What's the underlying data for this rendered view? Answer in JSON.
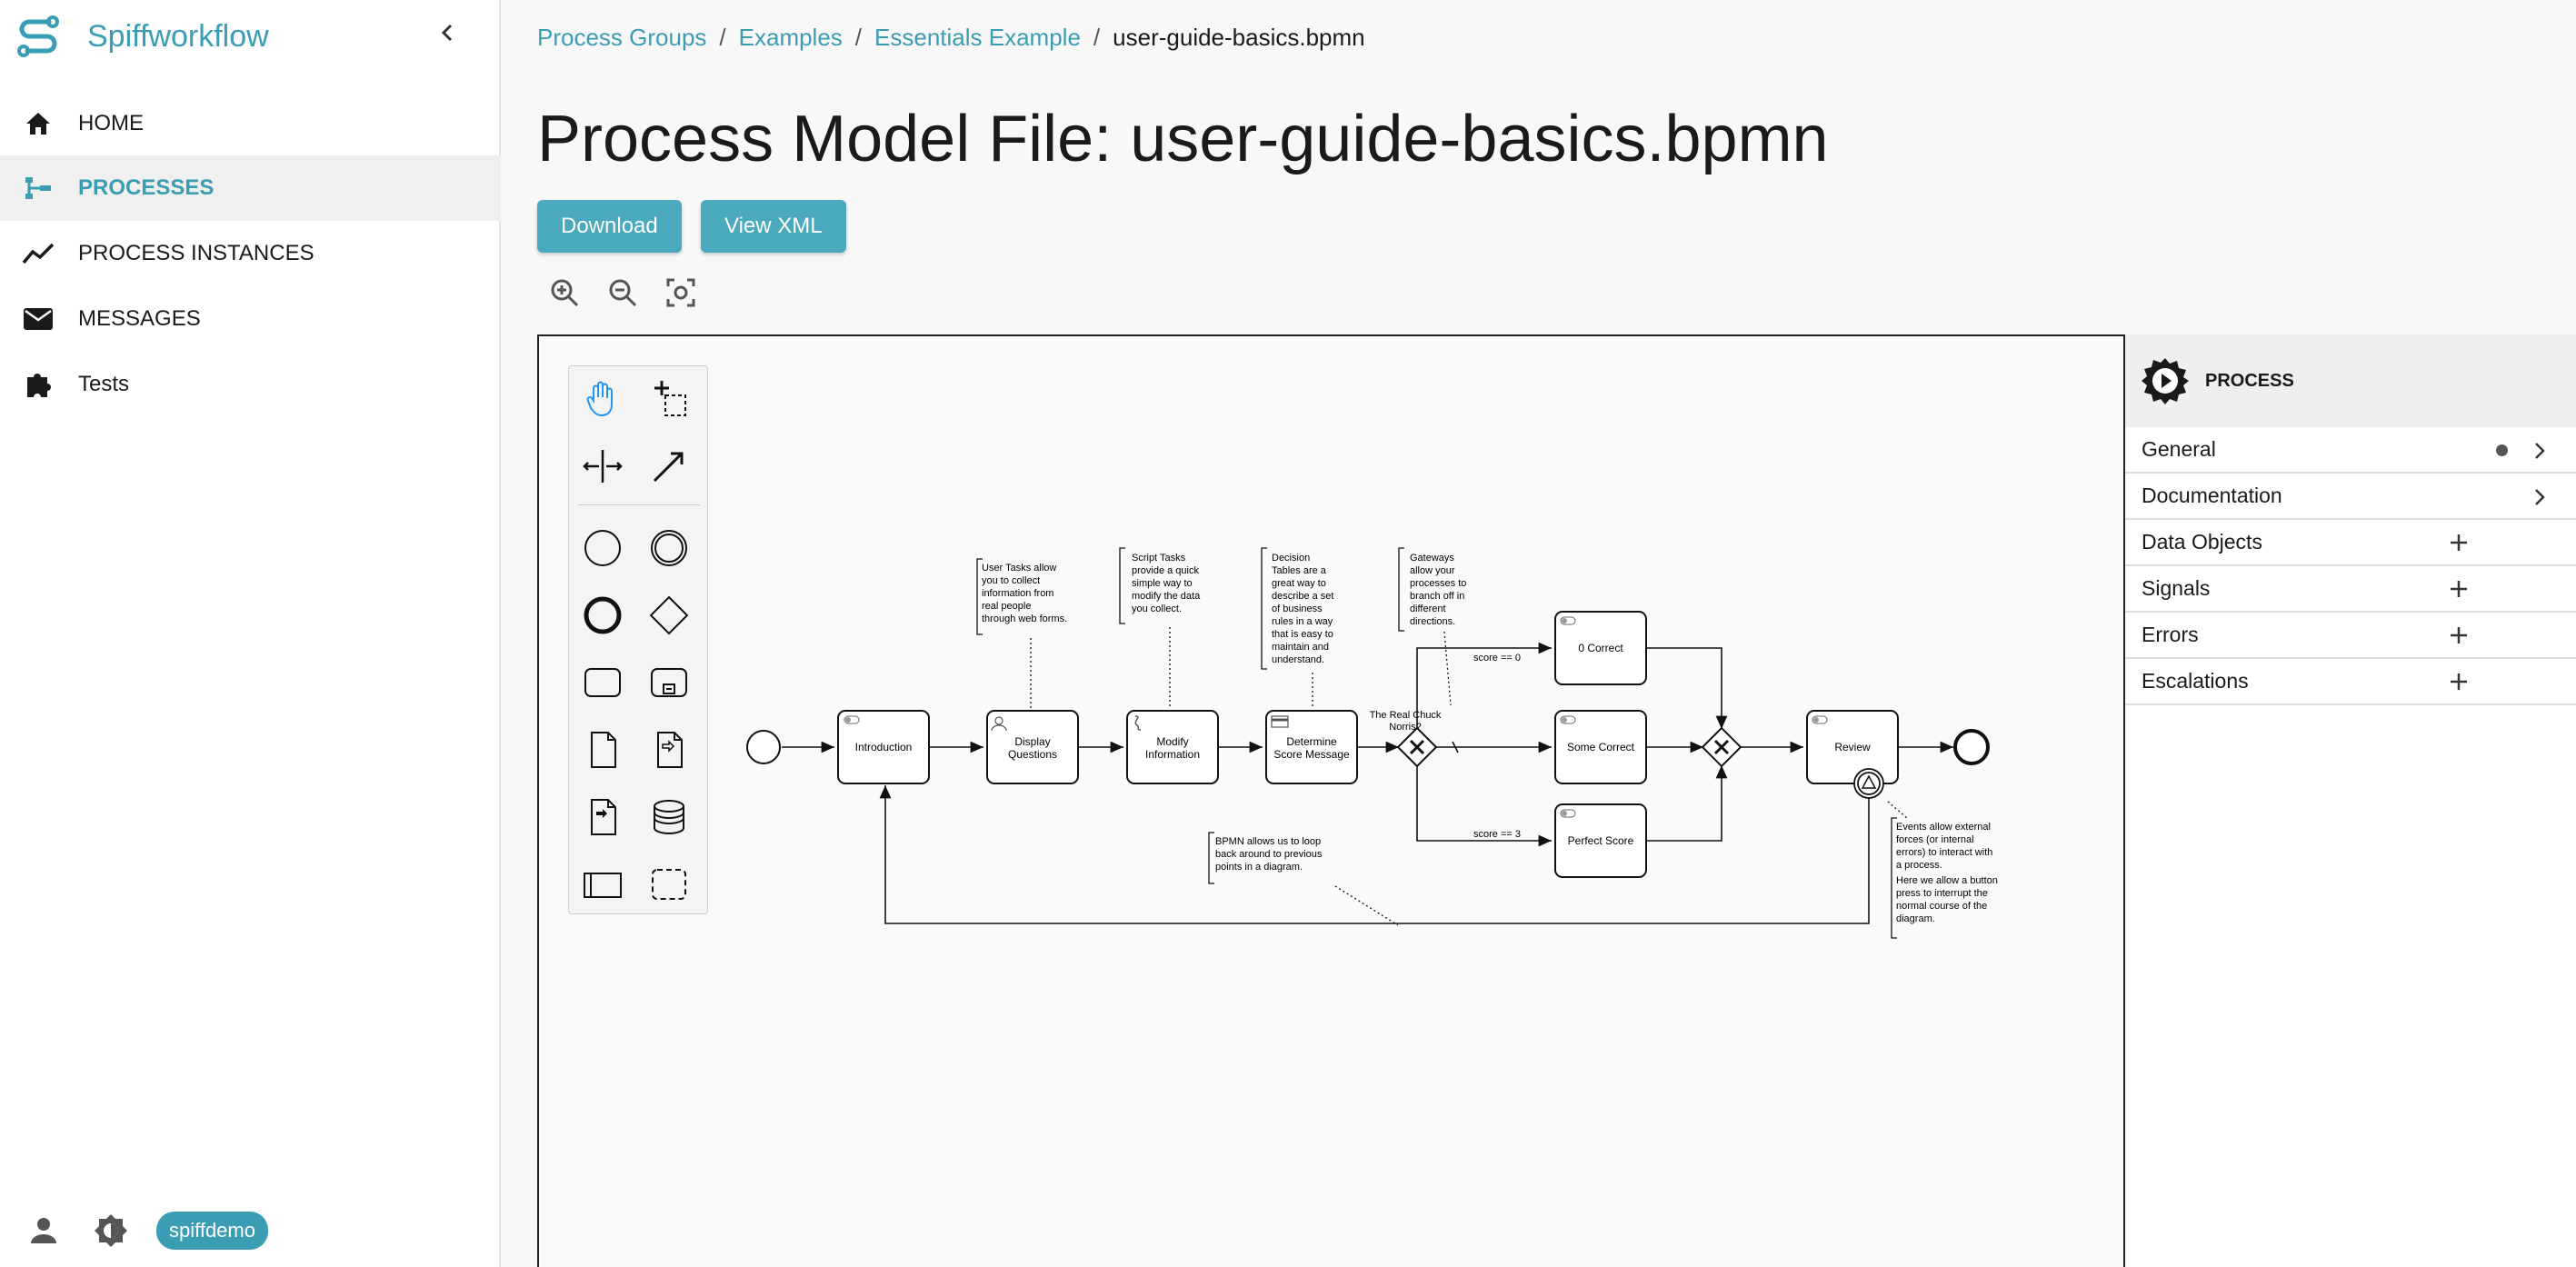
{
  "app": {
    "name": "Spiffworkflow"
  },
  "nav": {
    "items": [
      {
        "label": "HOME",
        "icon": "home-icon"
      },
      {
        "label": "PROCESSES",
        "icon": "processes-icon"
      },
      {
        "label": "PROCESS INSTANCES",
        "icon": "chart-line-icon"
      },
      {
        "label": "MESSAGES",
        "icon": "mail-icon"
      },
      {
        "label": "Tests",
        "icon": "puzzle-icon"
      }
    ],
    "active": "PROCESSES"
  },
  "user": {
    "name": "spiffdemo"
  },
  "breadcrumb": {
    "items": [
      "Process Groups",
      "Examples",
      "Essentials Example",
      "user-guide-basics.bpmn"
    ],
    "sep": "/"
  },
  "page": {
    "title": "Process Model File: user-guide-basics.bpmn"
  },
  "actions": {
    "download": "Download",
    "view_xml": "View XML"
  },
  "diagram": {
    "tasks": {
      "intro": "Introduction",
      "display": [
        "Display",
        "Questions"
      ],
      "modify": [
        "Modify",
        "Information"
      ],
      "determine": [
        "Determine",
        "Score Message"
      ],
      "zero": "0 Correct",
      "some": "Some Correct",
      "perfect": "Perfect Score",
      "review": "Review"
    },
    "gateway_label": [
      "The Real Chuck",
      "Norris?"
    ],
    "flow_labels": {
      "zero": "score == 0",
      "perfect": "score == 3"
    },
    "annotations": {
      "user_tasks": [
        "User Tasks allow",
        "you to collect",
        "information from",
        "real people",
        "through web forms."
      ],
      "script_tasks": [
        "Script Tasks",
        "provide a quick",
        "simple way to",
        "modify the data",
        "you collect."
      ],
      "decision_tables": [
        "Decision",
        "Tables are a",
        "great way to",
        "describe a set",
        "of business",
        "rules in a way",
        "that is easy to",
        "maintain and",
        "understand."
      ],
      "gateways": [
        "Gateways",
        "allow your",
        "processes to",
        "branch off in",
        "different",
        "directions."
      ],
      "loop": [
        "BPMN allows us to loop",
        "back around to previous",
        "points in a diagram."
      ],
      "events": [
        "Events allow external",
        "forces (or internal",
        "errors) to interact with",
        "a process.",
        "Here we allow a button",
        "press to interrupt the",
        "normal course of the",
        "diagram."
      ]
    }
  },
  "properties": {
    "header": "PROCESS",
    "groups": [
      {
        "label": "General",
        "control": "chevron",
        "dot": true
      },
      {
        "label": "Documentation",
        "control": "chevron",
        "dot": false
      },
      {
        "label": "Data Objects",
        "control": "plus",
        "dot": false
      },
      {
        "label": "Signals",
        "control": "plus",
        "dot": false
      },
      {
        "label": "Errors",
        "control": "plus",
        "dot": false
      },
      {
        "label": "Escalations",
        "control": "plus",
        "dot": false
      }
    ]
  },
  "colors": {
    "accent": "#3a9db3",
    "button": "#4aa9bd"
  }
}
